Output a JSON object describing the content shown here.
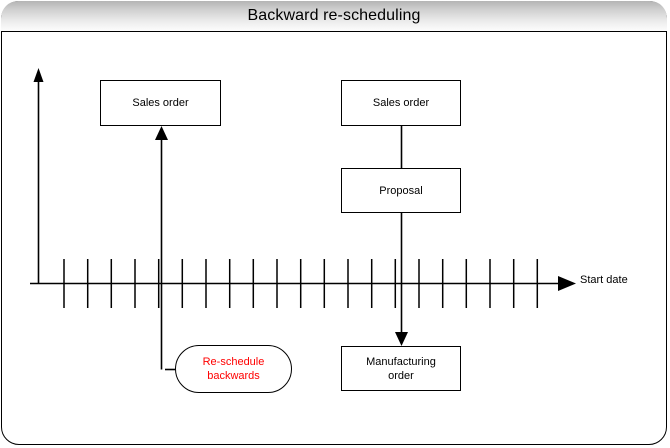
{
  "window": {
    "title": "Backward re-scheduling",
    "background_color": "#ffffff",
    "border_color": "#000000",
    "titlebar_gradient_from": "#b4b4b4",
    "titlebar_gradient_to": "#ffffff"
  },
  "diagram": {
    "type": "flow-timeline",
    "nodes": [
      {
        "id": "sales-order-left",
        "label": "Sales order",
        "shape": "rectangle",
        "text_color": "#000000"
      },
      {
        "id": "sales-order-right",
        "label": "Sales order",
        "shape": "rectangle",
        "text_color": "#000000"
      },
      {
        "id": "proposal",
        "label": "Proposal",
        "shape": "rectangle",
        "text_color": "#000000"
      },
      {
        "id": "manufacturing-order",
        "label": "Manufacturing order",
        "shape": "rectangle",
        "text_color": "#000000"
      },
      {
        "id": "re-schedule",
        "label": "Re-schedule backwards",
        "shape": "rounded-rect",
        "text_color": "#ff0000"
      }
    ],
    "axes": {
      "horizontal_label": "Start date",
      "horizontal_arrow": "right",
      "vertical_arrow": "up",
      "tick_count": 21
    },
    "connectors": [
      {
        "from": "sales-order-right",
        "to": "proposal",
        "arrow": "none"
      },
      {
        "from": "proposal",
        "to": "manufacturing-order",
        "arrow": "down"
      },
      {
        "from": "re-schedule",
        "to": "sales-order-left",
        "arrow": "up"
      }
    ]
  },
  "labels": {
    "sales_order_left": "Sales order",
    "sales_order_right": "Sales order",
    "proposal": "Proposal",
    "manufacturing_order_line1": "Manufacturing",
    "manufacturing_order_line2": "order",
    "re_schedule_line1": "Re-schedule",
    "re_schedule_line2": "backwards",
    "start_date": "Start date"
  }
}
